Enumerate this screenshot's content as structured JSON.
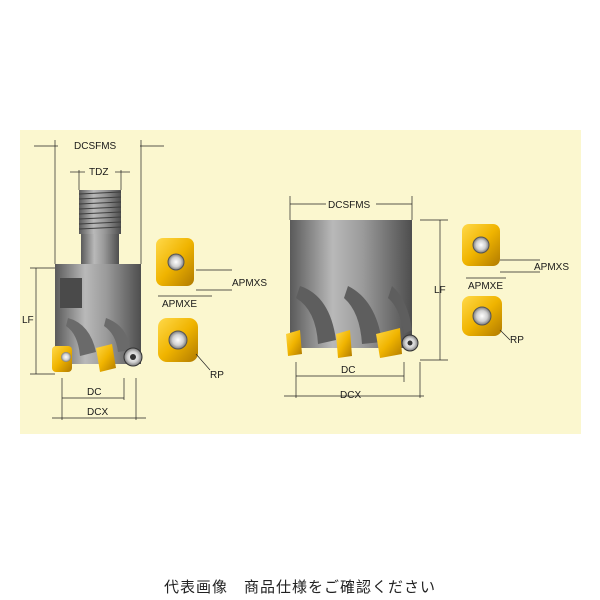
{
  "labels": {
    "left_tool": {
      "dcsfms": "DCSFMS",
      "tdz": "TDZ",
      "lf": "LF",
      "dc": "DC",
      "dcx": "DCX",
      "apmxs": "APMXS",
      "apmxe": "APMXE",
      "rp": "RP"
    },
    "right_tool": {
      "dcsfms": "DCSFMS",
      "lf": "LF",
      "dc": "DC",
      "dcx": "DCX",
      "apmxs": "APMXS",
      "apmxe": "APMXE",
      "rp": "RP"
    }
  },
  "caption": "代表画像　商品仕様をご確認ください",
  "colors": {
    "panel": "#fbf7cf",
    "steel": "#8a8a8a",
    "insert_gold": "#f0b400"
  }
}
